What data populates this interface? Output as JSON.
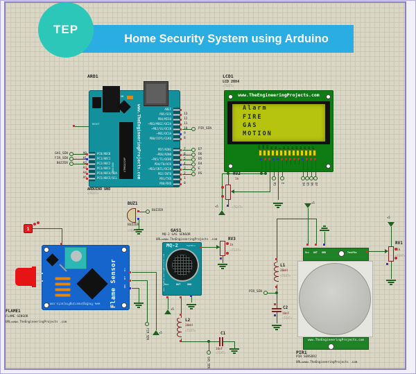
{
  "header": {
    "logo": "TEP",
    "title": "Home Security System using Arduino"
  },
  "nets": {
    "gas": "GAS_SEN",
    "fire": "FIR_SEN",
    "pir": "PIR_SEN",
    "buzzer": "BUZZER"
  },
  "power": {
    "v5": "+5"
  },
  "arduino": {
    "ref": "ARD1",
    "name": "ARDUINO UNO",
    "placeholder": "<TEXT>",
    "brand": "www.TheEngineeringProjects.com",
    "board_print": "ARDUINO",
    "chip": "ATMEGA328P",
    "reset": "RESET",
    "on": "ON",
    "aref": "AREF",
    "right_upper": [
      {
        "label": "PB5/SCK",
        "num": "13"
      },
      {
        "label": "PB4/MISO",
        "num": "12"
      },
      {
        "label": "~PB3/MOSI/OC2A",
        "num": "11"
      },
      {
        "label": "~PB2/SS/OC1B",
        "num": "10"
      },
      {
        "label": "~PB1/OC1A",
        "num": "9"
      },
      {
        "label": "PB0/ICP1/CLKO",
        "num": "8"
      }
    ],
    "right_lower": [
      {
        "label": "PD7/AIN1",
        "num": "7"
      },
      {
        "label": "~PD6/AIN0",
        "num": "6"
      },
      {
        "label": "~PD5/T1/OC0B",
        "num": "5"
      },
      {
        "label": "PD4/T0/XCK",
        "num": "4"
      },
      {
        "label": "~PD3/INT1/OC2B",
        "num": "3"
      },
      {
        "label": "PD2/INT0",
        "num": "2"
      },
      {
        "label": "PD1/TXD",
        "num": "1"
      },
      {
        "label": "PD0/RXD",
        "num": "0"
      }
    ],
    "lower_terms": [
      "D7",
      "D6",
      "D5",
      "D4",
      "E",
      "RS"
    ],
    "left_pins": [
      {
        "label": "PC0/ADC0",
        "num": "A0"
      },
      {
        "label": "PC1/ADC1",
        "num": "A1"
      },
      {
        "label": "PC2/ADC2",
        "num": "A2"
      },
      {
        "label": "PC3/ADC3",
        "num": "A3"
      },
      {
        "label": "PC4/ADC4/SDA",
        "num": "A4"
      },
      {
        "label": "PC5/ADC5/SCL",
        "num": "A5"
      }
    ]
  },
  "lcd": {
    "ref": "LCD1",
    "type": "LCD 20X4",
    "placeholder": "<TEXT>",
    "brand": "www.TheEngineeringProjects.com",
    "lines": [
      "Alarm",
      "FIRE",
      "GAS",
      "MOTION"
    ],
    "pins": [
      "VSS",
      "VDD",
      "VEE",
      "RS",
      "RW",
      "E",
      "D0",
      "D1",
      "D2",
      "D3",
      "D4",
      "D5",
      "D6",
      "D7"
    ],
    "terms": [
      "RS",
      "E",
      "D4",
      "D5",
      "D6",
      "D7"
    ]
  },
  "rv1": {
    "ref": "RV1",
    "value": "1k",
    "placeholder": "<TEXT>"
  },
  "rv2": {
    "ref": "RV2",
    "value": "1k",
    "placeholder": "<TEXT>"
  },
  "rv3": {
    "ref": "RV3",
    "value": "1k",
    "placeholder": "<TEXT>"
  },
  "l1": {
    "ref": "L1",
    "value": "30mH",
    "placeholder": "<TEXT>"
  },
  "l2": {
    "ref": "L2",
    "value": "30mH",
    "placeholder": "<TEXT>"
  },
  "c1": {
    "ref": "C1",
    "value": "10nF",
    "placeholder": "<TEXT>"
  },
  "c2": {
    "ref": "C2",
    "value": "10nF",
    "placeholder": "<TEXT>"
  },
  "buzzer": {
    "ref": "BUZ1",
    "name": "BUZZER",
    "placeholder": "<TEXT>"
  },
  "gas_sensor": {
    "ref": "GAS1",
    "name": "MQ-2 GAS SENSOR",
    "url": "URL=www.TheEngineeringProjects .com",
    "title": "MQ-2",
    "testpin": "TestPin",
    "brand": "www.TheEngineeringProjects.com",
    "pins": [
      "Vcc",
      "OUT",
      "GND"
    ]
  },
  "flame_sensor": {
    "ref": "FLAME1",
    "name": "FLAME SENSOR",
    "url": "URL=www.TheEngineeringProjects .com",
    "board_title": "Flame Sensor",
    "brand": "www.TheEngineeringProjects.com",
    "pins": [
      "Vcc",
      "OUT",
      "GND"
    ],
    "marker": "1"
  },
  "pir_sensor": {
    "ref": "PIR1",
    "name": "PIR SENSOR2",
    "url": "URL=www.TheEngineeringProjects .com",
    "brand": "www.TheEngineeringProjects.com",
    "pins": [
      "Vcc",
      "OUT",
      "GND"
    ],
    "testpin": "TestPin"
  }
}
